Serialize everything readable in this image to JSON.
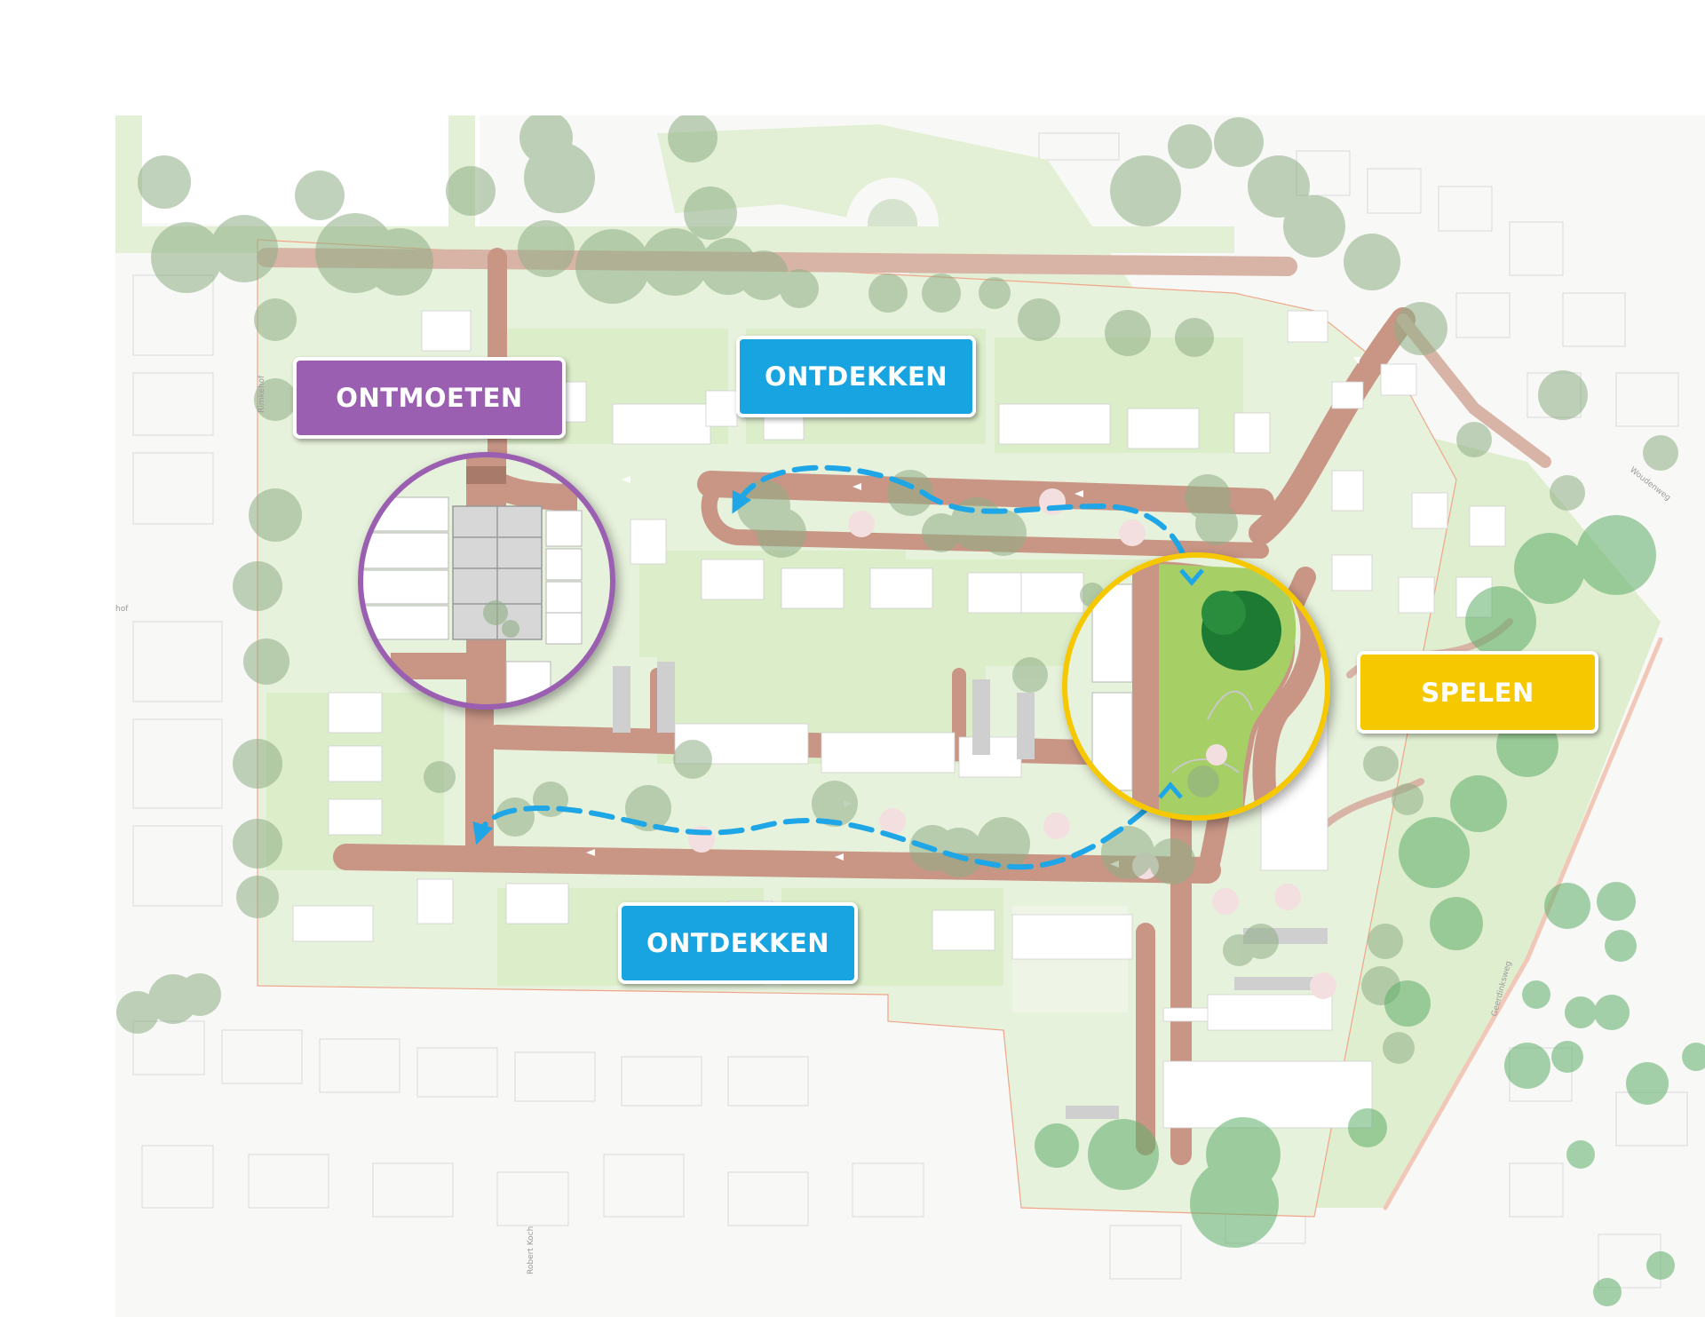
{
  "labels": {
    "ontmoeten": "ONTMOETEN",
    "ontdekken_top": "ONTDEKKEN",
    "ontdekken_bottom": "ONTDEKKEN",
    "spelen": "SPELEN"
  },
  "streets": {
    "rimkehof": "Rimkehof",
    "hof": "hof",
    "woudenweg": "Woudenweg",
    "geerdinksweg": "Geerdinksweg",
    "robert_koch": "Robert Koch"
  },
  "colors": {
    "ontmoeten": "#9a5fb0",
    "ontdekken": "#18a4e0",
    "spelen": "#f5c800",
    "route_arrows": "#1ea6e6",
    "road": "#c99686",
    "green": "#dcedca",
    "tree": "#8fae86",
    "building": "#ffffff"
  }
}
